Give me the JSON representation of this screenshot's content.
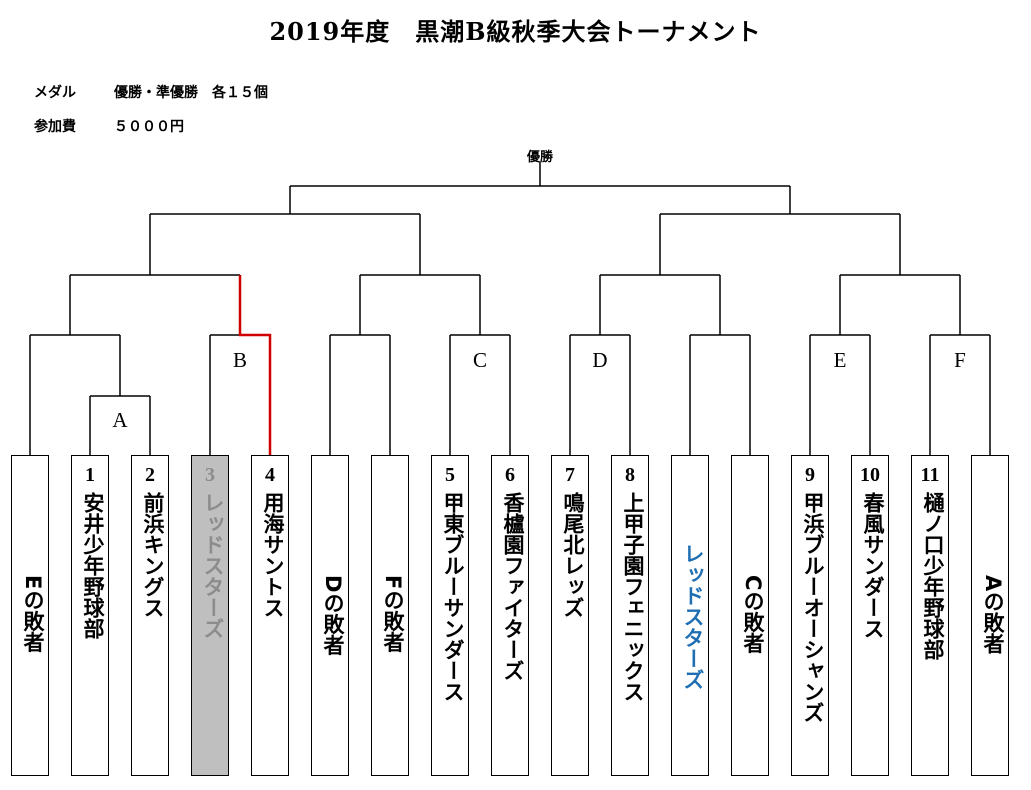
{
  "title": "2019年度　黒潮B級秋季大会トーナメント",
  "info": [
    {
      "label": "メダル",
      "value": "優勝・準優勝　各１５個"
    },
    {
      "label": "参加費",
      "value": "５０００円"
    }
  ],
  "winner_label": "優勝",
  "match_labels": [
    "A",
    "B",
    "C",
    "D",
    "E",
    "F"
  ],
  "entries": [
    {
      "num": "",
      "name": "Eの敗者",
      "style": "normal"
    },
    {
      "num": "1",
      "name": "安井少年野球部",
      "style": "normal"
    },
    {
      "num": "2",
      "name": "前浜キングス",
      "style": "normal"
    },
    {
      "num": "3",
      "name": "レッドスターズ",
      "style": "gray"
    },
    {
      "num": "4",
      "name": "用海サントス",
      "style": "normal"
    },
    {
      "num": "",
      "name": "Dの敗者",
      "style": "normal"
    },
    {
      "num": "",
      "name": "Fの敗者",
      "style": "normal"
    },
    {
      "num": "5",
      "name": "甲東ブルーサンダース",
      "style": "normal"
    },
    {
      "num": "6",
      "name": "香櫨園ファイターズ",
      "style": "normal"
    },
    {
      "num": "7",
      "name": "鳴尾北レッズ",
      "style": "normal"
    },
    {
      "num": "8",
      "name": "上甲子園フェニックス",
      "style": "normal"
    },
    {
      "num": "",
      "name": "レッドスターズ",
      "style": "blue"
    },
    {
      "num": "",
      "name": "Cの敗者",
      "style": "normal"
    },
    {
      "num": "9",
      "name": "甲浜ブルーオーシャンズ",
      "style": "normal"
    },
    {
      "num": "10",
      "name": "春風サンダース",
      "style": "normal"
    },
    {
      "num": "11",
      "name": "樋ノ口少年野球部",
      "style": "normal"
    },
    {
      "num": "",
      "name": "Aの敗者",
      "style": "normal"
    }
  ],
  "colors": {
    "line": "#000000",
    "win_path": "#d00000",
    "eliminated": "#bfbfbf",
    "highlight_text": "#1f6fb2"
  }
}
